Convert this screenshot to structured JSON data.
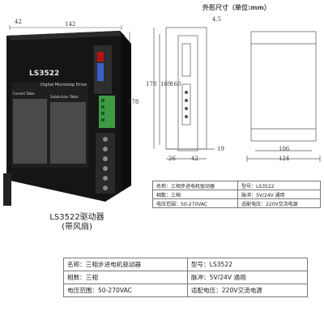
{
  "header": {
    "title": "外形尺寸（单位:mm）"
  },
  "product": {
    "model_on_case": "LS3522",
    "subtitle_on_case": "Digital Microstep Drive",
    "current_table_label": "Current Table",
    "subdivision_table_label": "Subdivision Table",
    "dim_width": "142",
    "dim_offset": "42",
    "dim_height": "178",
    "caption_line1": "LS3522驱动器",
    "caption_line2": "(带风扇)"
  },
  "drawing_front": {
    "dim_top_margin": "4.5",
    "dim_left_height": "178",
    "dim_inner_1": "169",
    "dim_inner_2": "160",
    "dim_bottom_gap": "19",
    "dim_base_left": "26",
    "dim_base_right": "42"
  },
  "drawing_side": {
    "dim_inner_width": "106",
    "dim_total_width": "124"
  },
  "spec_table": {
    "rows": [
      [
        "名称：三相步进电机驱动器",
        "型号：LS3522"
      ],
      [
        "相数：三相",
        "脉冲：5V/24V 通用"
      ],
      [
        "电压范围：50-270VAC",
        "适配电压：220V交流电源"
      ]
    ]
  },
  "colors": {
    "case": "#1b1b1b",
    "terminal_green": "#3d9a45",
    "drawing_line": "#555555"
  }
}
